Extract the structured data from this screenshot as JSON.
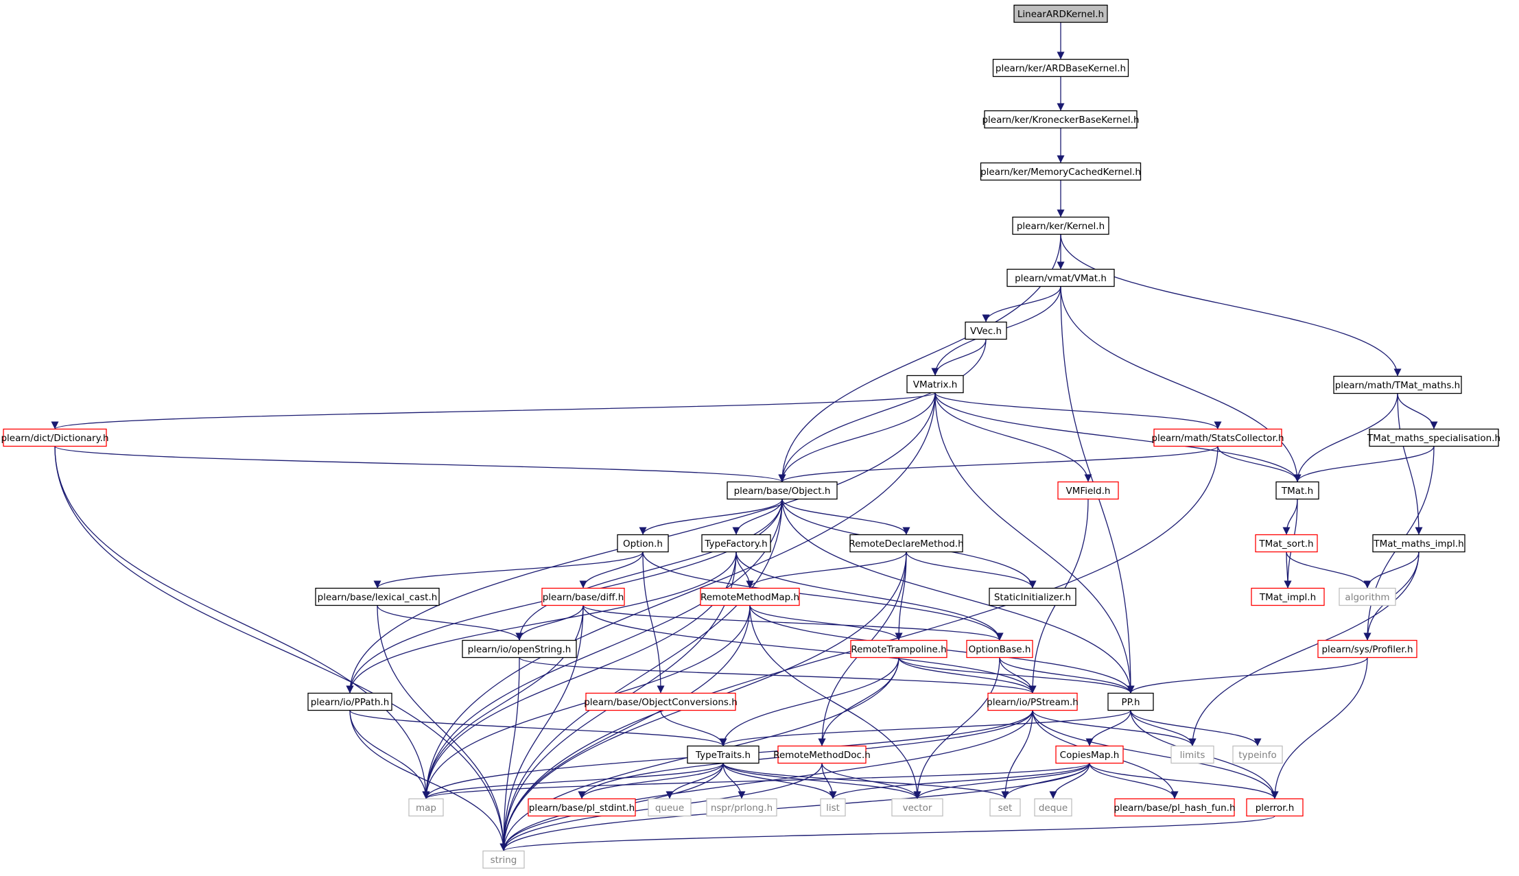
{
  "colors": {
    "edge": "#191970",
    "root_fill": "#bfbfbf",
    "documented_border": "#000000",
    "truncated_border": "#ff0000",
    "external_border": "#bfbfbf",
    "external_text": "#7f7f7f",
    "background": "#ffffff"
  },
  "nodes": [
    {
      "id": "linear",
      "label": "LinearARDKernel.h",
      "kind": "root"
    },
    {
      "id": "ardbase",
      "label": "plearn/ker/ARDBaseKernel.h",
      "kind": "doc"
    },
    {
      "id": "kron",
      "label": "plearn/ker/KroneckerBaseKernel.h",
      "kind": "doc"
    },
    {
      "id": "memcache",
      "label": "plearn/ker/MemoryCachedKernel.h",
      "kind": "doc"
    },
    {
      "id": "kernel",
      "label": "plearn/ker/Kernel.h",
      "kind": "doc"
    },
    {
      "id": "vmat",
      "label": "plearn/vmat/VMat.h",
      "kind": "doc"
    },
    {
      "id": "vvec",
      "label": "VVec.h",
      "kind": "doc"
    },
    {
      "id": "vmatrix",
      "label": "VMatrix.h",
      "kind": "doc"
    },
    {
      "id": "tmatmaths",
      "label": "plearn/math/TMat_maths.h",
      "kind": "doc"
    },
    {
      "id": "dict",
      "label": "plearn/dict/Dictionary.h",
      "kind": "trunc"
    },
    {
      "id": "stats",
      "label": "plearn/math/StatsCollector.h",
      "kind": "trunc"
    },
    {
      "id": "tmspec",
      "label": "TMat_maths_specialisation.h",
      "kind": "doc"
    },
    {
      "id": "object",
      "label": "plearn/base/Object.h",
      "kind": "doc"
    },
    {
      "id": "vmfield",
      "label": "VMField.h",
      "kind": "trunc"
    },
    {
      "id": "tmat",
      "label": "TMat.h",
      "kind": "doc"
    },
    {
      "id": "option",
      "label": "Option.h",
      "kind": "doc"
    },
    {
      "id": "typefactory",
      "label": "TypeFactory.h",
      "kind": "doc"
    },
    {
      "id": "rdm",
      "label": "RemoteDeclareMethod.h",
      "kind": "doc"
    },
    {
      "id": "tmsort",
      "label": "TMat_sort.h",
      "kind": "trunc"
    },
    {
      "id": "tmimpl",
      "label": "TMat_maths_impl.h",
      "kind": "doc"
    },
    {
      "id": "lexcast",
      "label": "plearn/base/lexical_cast.h",
      "kind": "doc"
    },
    {
      "id": "diff",
      "label": "plearn/base/diff.h",
      "kind": "trunc"
    },
    {
      "id": "rmm",
      "label": "RemoteMethodMap.h",
      "kind": "trunc"
    },
    {
      "id": "staticinit",
      "label": "StaticInitializer.h",
      "kind": "doc"
    },
    {
      "id": "tmatimpl",
      "label": "TMat_impl.h",
      "kind": "trunc"
    },
    {
      "id": "algorithm",
      "label": "algorithm",
      "kind": "ext"
    },
    {
      "id": "openstring",
      "label": "plearn/io/openString.h",
      "kind": "doc"
    },
    {
      "id": "remotetramp",
      "label": "RemoteTrampoline.h",
      "kind": "trunc"
    },
    {
      "id": "optionbase",
      "label": "OptionBase.h",
      "kind": "trunc"
    },
    {
      "id": "profiler",
      "label": "plearn/sys/Profiler.h",
      "kind": "trunc"
    },
    {
      "id": "objconv",
      "label": "plearn/base/ObjectConversions.h",
      "kind": "trunc"
    },
    {
      "id": "ppath",
      "label": "plearn/io/PPath.h",
      "kind": "doc"
    },
    {
      "id": "pstream",
      "label": "plearn/io/PStream.h",
      "kind": "trunc"
    },
    {
      "id": "pp",
      "label": "PP.h",
      "kind": "doc"
    },
    {
      "id": "typetraits",
      "label": "TypeTraits.h",
      "kind": "doc"
    },
    {
      "id": "rmdoc",
      "label": "RemoteMethodDoc.h",
      "kind": "trunc"
    },
    {
      "id": "limits",
      "label": "limits",
      "kind": "ext"
    },
    {
      "id": "typeinfo",
      "label": "typeinfo",
      "kind": "ext"
    },
    {
      "id": "copiesmap",
      "label": "CopiesMap.h",
      "kind": "trunc"
    },
    {
      "id": "map",
      "label": "map",
      "kind": "ext"
    },
    {
      "id": "plstdint",
      "label": "plearn/base/pl_stdint.h",
      "kind": "trunc"
    },
    {
      "id": "queue",
      "label": "queue",
      "kind": "ext"
    },
    {
      "id": "nspr",
      "label": "nspr/prlong.h",
      "kind": "ext"
    },
    {
      "id": "list",
      "label": "list",
      "kind": "ext"
    },
    {
      "id": "vector",
      "label": "vector",
      "kind": "ext"
    },
    {
      "id": "set",
      "label": "set",
      "kind": "ext"
    },
    {
      "id": "deque",
      "label": "deque",
      "kind": "ext"
    },
    {
      "id": "hashfun",
      "label": "plearn/base/pl_hash_fun.h",
      "kind": "trunc"
    },
    {
      "id": "plerror",
      "label": "plerror.h",
      "kind": "trunc"
    },
    {
      "id": "string",
      "label": "string",
      "kind": "ext"
    }
  ],
  "edges": [
    [
      "linear",
      "ardbase"
    ],
    [
      "ardbase",
      "kron"
    ],
    [
      "kron",
      "memcache"
    ],
    [
      "memcache",
      "kernel"
    ],
    [
      "kernel",
      "object"
    ],
    [
      "kernel",
      "vmat"
    ],
    [
      "kernel",
      "tmatmaths"
    ],
    [
      "vmat",
      "vvec"
    ],
    [
      "vmat",
      "vmatrix"
    ],
    [
      "vmat",
      "pp"
    ],
    [
      "vmat",
      "tmat"
    ],
    [
      "vvec",
      "vmatrix"
    ],
    [
      "vvec",
      "object"
    ],
    [
      "vmatrix",
      "dict"
    ],
    [
      "vmatrix",
      "object"
    ],
    [
      "vmatrix",
      "stats"
    ],
    [
      "vmatrix",
      "vmfield"
    ],
    [
      "vmatrix",
      "tmat"
    ],
    [
      "vmatrix",
      "pp"
    ],
    [
      "vmatrix",
      "map"
    ],
    [
      "vmatrix",
      "ppath"
    ],
    [
      "tmatmaths",
      "tmat"
    ],
    [
      "tmatmaths",
      "tmspec"
    ],
    [
      "tmatmaths",
      "tmimpl"
    ],
    [
      "tmspec",
      "tmat"
    ],
    [
      "tmspec",
      "profiler"
    ],
    [
      "dict",
      "object"
    ],
    [
      "dict",
      "map"
    ],
    [
      "dict",
      "string"
    ],
    [
      "stats",
      "object"
    ],
    [
      "stats",
      "tmat"
    ],
    [
      "stats",
      "string"
    ],
    [
      "vmfield",
      "pstream"
    ],
    [
      "tmat",
      "tmsort"
    ],
    [
      "tmat",
      "tmatimpl"
    ],
    [
      "tmsort",
      "tmatimpl"
    ],
    [
      "tmsort",
      "algorithm"
    ],
    [
      "tmimpl",
      "algorithm"
    ],
    [
      "tmimpl",
      "profiler"
    ],
    [
      "tmimpl",
      "limits"
    ],
    [
      "object",
      "option"
    ],
    [
      "object",
      "typefactory"
    ],
    [
      "object",
      "rdm"
    ],
    [
      "object",
      "staticinit"
    ],
    [
      "object",
      "pp"
    ],
    [
      "object",
      "openstring"
    ],
    [
      "object",
      "ppath"
    ],
    [
      "object",
      "map"
    ],
    [
      "object",
      "string"
    ],
    [
      "option",
      "lexcast"
    ],
    [
      "option",
      "diff"
    ],
    [
      "option",
      "objconv"
    ],
    [
      "option",
      "optionbase"
    ],
    [
      "typefactory",
      "rmm"
    ],
    [
      "typefactory",
      "optionbase"
    ],
    [
      "typefactory",
      "ppath"
    ],
    [
      "typefactory",
      "map"
    ],
    [
      "typefactory",
      "string"
    ],
    [
      "rdm",
      "rmm"
    ],
    [
      "rdm",
      "staticinit"
    ],
    [
      "rdm",
      "remotetramp"
    ],
    [
      "rdm",
      "rmdoc"
    ],
    [
      "rdm",
      "string"
    ],
    [
      "lexcast",
      "openstring"
    ],
    [
      "lexcast",
      "string"
    ],
    [
      "diff",
      "openstring"
    ],
    [
      "diff",
      "optionbase"
    ],
    [
      "diff",
      "pstream"
    ],
    [
      "diff",
      "map"
    ],
    [
      "diff",
      "string"
    ],
    [
      "rmm",
      "remotetramp"
    ],
    [
      "rmm",
      "pp"
    ],
    [
      "rmm",
      "map"
    ],
    [
      "rmm",
      "string"
    ],
    [
      "rmm",
      "vector"
    ],
    [
      "openstring",
      "pstream"
    ],
    [
      "openstring",
      "string"
    ],
    [
      "remotetramp",
      "pstream"
    ],
    [
      "remotetramp",
      "pp"
    ],
    [
      "remotetramp",
      "typetraits"
    ],
    [
      "remotetramp",
      "rmdoc"
    ],
    [
      "remotetramp",
      "string"
    ],
    [
      "optionbase",
      "pstream"
    ],
    [
      "optionbase",
      "pp"
    ],
    [
      "optionbase",
      "vector"
    ],
    [
      "profiler",
      "pp"
    ],
    [
      "profiler",
      "plerror"
    ],
    [
      "objconv",
      "typetraits"
    ],
    [
      "ppath",
      "typetraits"
    ],
    [
      "ppath",
      "map"
    ],
    [
      "ppath",
      "string"
    ],
    [
      "pstream",
      "map"
    ],
    [
      "pstream",
      "string"
    ],
    [
      "pstream",
      "set"
    ],
    [
      "pstream",
      "limits"
    ],
    [
      "pstream",
      "plerror"
    ],
    [
      "pstream",
      "hashfun"
    ],
    [
      "pstream",
      "plstdint"
    ],
    [
      "pp",
      "typetraits"
    ],
    [
      "pp",
      "copiesmap"
    ],
    [
      "pp",
      "limits"
    ],
    [
      "pp",
      "typeinfo"
    ],
    [
      "pp",
      "plerror"
    ],
    [
      "typetraits",
      "map"
    ],
    [
      "typetraits",
      "plstdint"
    ],
    [
      "typetraits",
      "queue"
    ],
    [
      "typetraits",
      "nspr"
    ],
    [
      "typetraits",
      "list"
    ],
    [
      "typetraits",
      "vector"
    ],
    [
      "typetraits",
      "set"
    ],
    [
      "typetraits",
      "string"
    ],
    [
      "rmdoc",
      "list"
    ],
    [
      "rmdoc",
      "vector"
    ],
    [
      "rmdoc",
      "string"
    ],
    [
      "copiesmap",
      "map"
    ],
    [
      "copiesmap",
      "list"
    ],
    [
      "copiesmap",
      "vector"
    ],
    [
      "copiesmap",
      "set"
    ],
    [
      "copiesmap",
      "deque"
    ],
    [
      "copiesmap",
      "hashfun"
    ],
    [
      "copiesmap",
      "plerror"
    ],
    [
      "copiesmap",
      "string"
    ],
    [
      "plerror",
      "string"
    ]
  ]
}
